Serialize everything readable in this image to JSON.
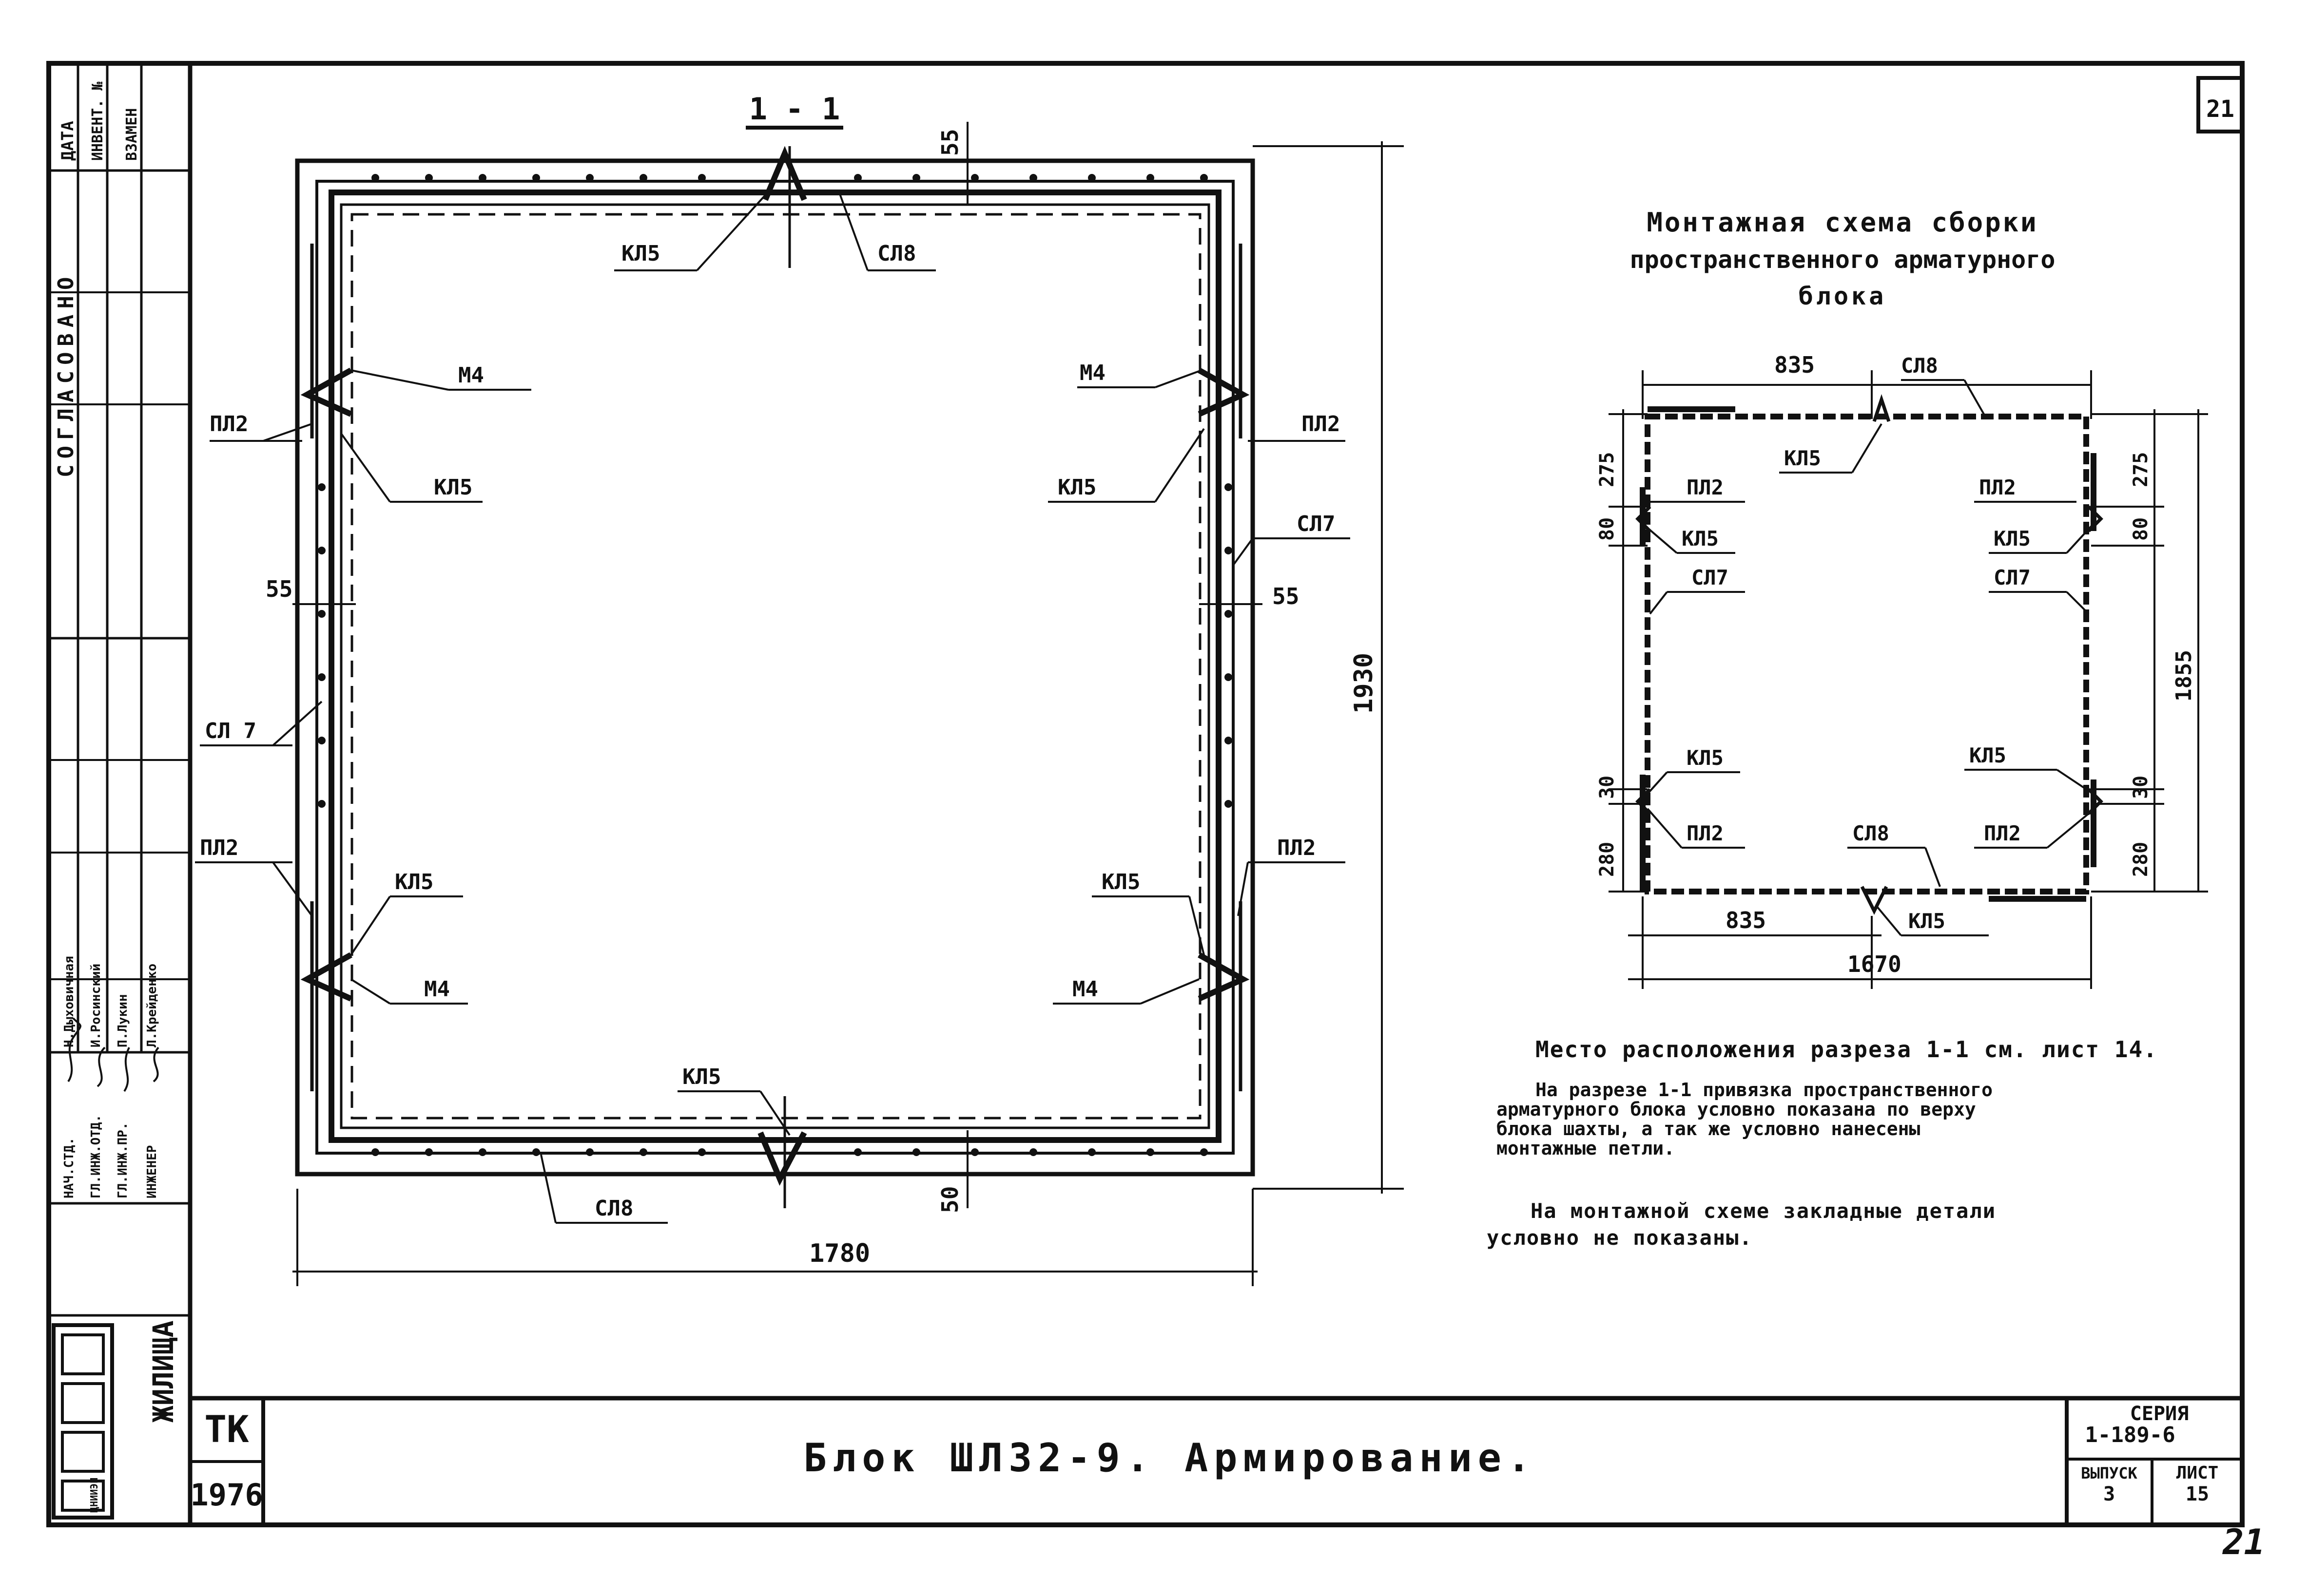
{
  "sheet_number": "21",
  "handwritten_page": "21",
  "section": {
    "title": "1 - 1",
    "dims": {
      "top_cover": "55",
      "left_cover": "55",
      "right_cover": "55",
      "bottom_cover": "50",
      "height": "1930",
      "width": "1780"
    },
    "labels": {
      "kl5_top": "КЛ5",
      "sl8_top": "СЛ8",
      "m4_tl": "М4",
      "m4_tr": "М4",
      "pl2_tl": "ПЛ2",
      "pl2_tr": "ПЛ2",
      "kl5_tl": "КЛ5",
      "kl5_tr": "КЛ5",
      "sl7_r": "СЛ7",
      "sl7_l": "СЛ 7",
      "pl2_bl": "ПЛ2",
      "pl2_br": "ПЛ2",
      "kl5_bl": "КЛ5",
      "kl5_br": "КЛ5",
      "m4_bl": "М4",
      "m4_br": "М4",
      "kl5_bottom": "КЛ5",
      "sl8_bottom": "СЛ8"
    }
  },
  "scheme": {
    "title_lines": [
      "Монтажная схема сборки",
      "пространственного арматурного",
      "блока"
    ],
    "dims": {
      "top": "835",
      "bottom_left": "835",
      "bottom_total": "1670",
      "left_275": "275",
      "left_80": "80",
      "left_30": "30",
      "left_280": "280",
      "right_275": "275",
      "right_80": "80",
      "right_1855": "1855",
      "right_30": "30",
      "right_280": "280"
    },
    "labels": {
      "sl8_top": "СЛ8",
      "kl5_top": "КЛ5",
      "pl2_tl": "ПЛ2",
      "pl2_tr": "ПЛ2",
      "kl5_tl": "КЛ5",
      "kl5_tr": "КЛ5",
      "sl7_l": "СЛ7",
      "sl7_r": "СЛ7",
      "kl5_bl": "КЛ5",
      "kl5_br": "КЛ5",
      "pl2_bl": "ПЛ2",
      "pl2_br": "ПЛ2",
      "sl8_bottom": "СЛ8",
      "kl5_bottom": "КЛ5"
    }
  },
  "notes": [
    "Место расположения разреза 1-1 см. лист 14.",
    "На разрезе 1-1 привязка пространственного",
    "арматурного блока условно показана по верху",
    "блока шахты, а так же условно нанесены",
    "монтажные петли.",
    "На монтажной схеме закладные детали",
    "условно не показаны."
  ],
  "side_stamp": {
    "columns": [
      "ДАТА",
      "ИНВЕНТ. №",
      "ВЗАМЕН"
    ],
    "approved": "СОГЛАСОВАНО",
    "roles": [
      "НАЧ.СТД.",
      "ГЛ.ИНЖ.ОТД.",
      "ГЛ.ИНЖ.ПР.",
      "ИНЖЕНЕР"
    ],
    "names": [
      "Н.Дыховичная",
      "И.Росинский",
      "П.Лукин",
      "Л.Крейденко"
    ],
    "org_logo": "ЦНИИЭП",
    "org_suffix": "ЖИЛИЩА"
  },
  "title_block": {
    "code": "ТК",
    "year": "1976",
    "title": "Блок ШЛ32-9. Армирование.",
    "series_label": "СЕРИЯ",
    "series_value": "1-189-6",
    "issue_label": "ВЫПУСК",
    "issue_value": "3",
    "sheet_label": "ЛИСТ",
    "sheet_value": "15"
  }
}
